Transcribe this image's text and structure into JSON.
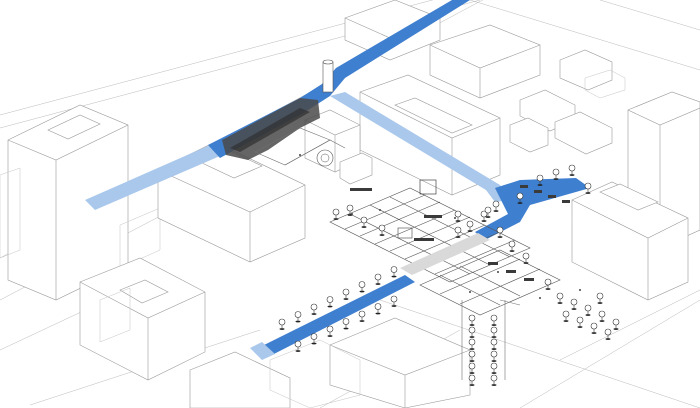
{
  "colors": {
    "background": "#ffffff",
    "building_line": "#9a9a9a",
    "corridor_primary": "#3f7fcf",
    "corridor_light": "#a9c8ec",
    "plaza_highlight": "#d9d9d9",
    "ink": "#333333"
  },
  "corridors": [
    {
      "name": "north-corridor",
      "tone": "primary"
    },
    {
      "name": "north-corridor-fade",
      "tone": "light"
    },
    {
      "name": "diagonal-connector",
      "tone": "light"
    },
    {
      "name": "east-link",
      "tone": "primary"
    },
    {
      "name": "south-west-corridor",
      "tone": "primary"
    }
  ],
  "elements": {
    "icons": [
      "tree-icon",
      "bench-icon",
      "seating-block-icon",
      "tower-icon"
    ]
  }
}
